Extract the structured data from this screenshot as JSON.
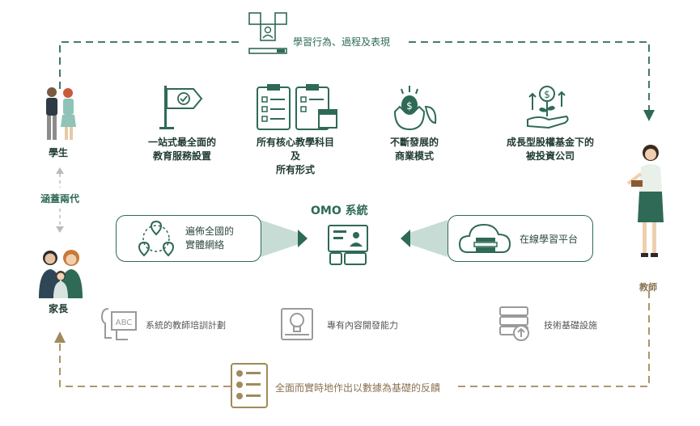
{
  "top_flow_label": "學習行為、過程及表現",
  "bottom_flow_label": "全面而實時地作出以數據為基礎的反饋",
  "left": {
    "student_label": "學生",
    "generations_label": "涵蓋兩代",
    "parent_label": "家長"
  },
  "right": {
    "teacher_label": "教師"
  },
  "features": [
    {
      "label": "一站式最全面的\n教育服務設置"
    },
    {
      "label": "所有核心教學科目\n及\n所有形式"
    },
    {
      "label": "不斷發展的\n商業模式"
    },
    {
      "label": "成長型股權基金下的\n被投資公司"
    }
  ],
  "omo": {
    "title": "OMO 系統",
    "left_box": "遍佈全國的\n實體網絡",
    "right_box": "在線學習平台"
  },
  "capabilities": [
    {
      "label": "系統的教師培訓計劃"
    },
    {
      "label": "專有內容開發能力"
    },
    {
      "label": "技術基礎設施"
    }
  ],
  "colors": {
    "green": "#2e6a55",
    "tan": "#a08a5c",
    "gray": "#9a9a9a"
  }
}
